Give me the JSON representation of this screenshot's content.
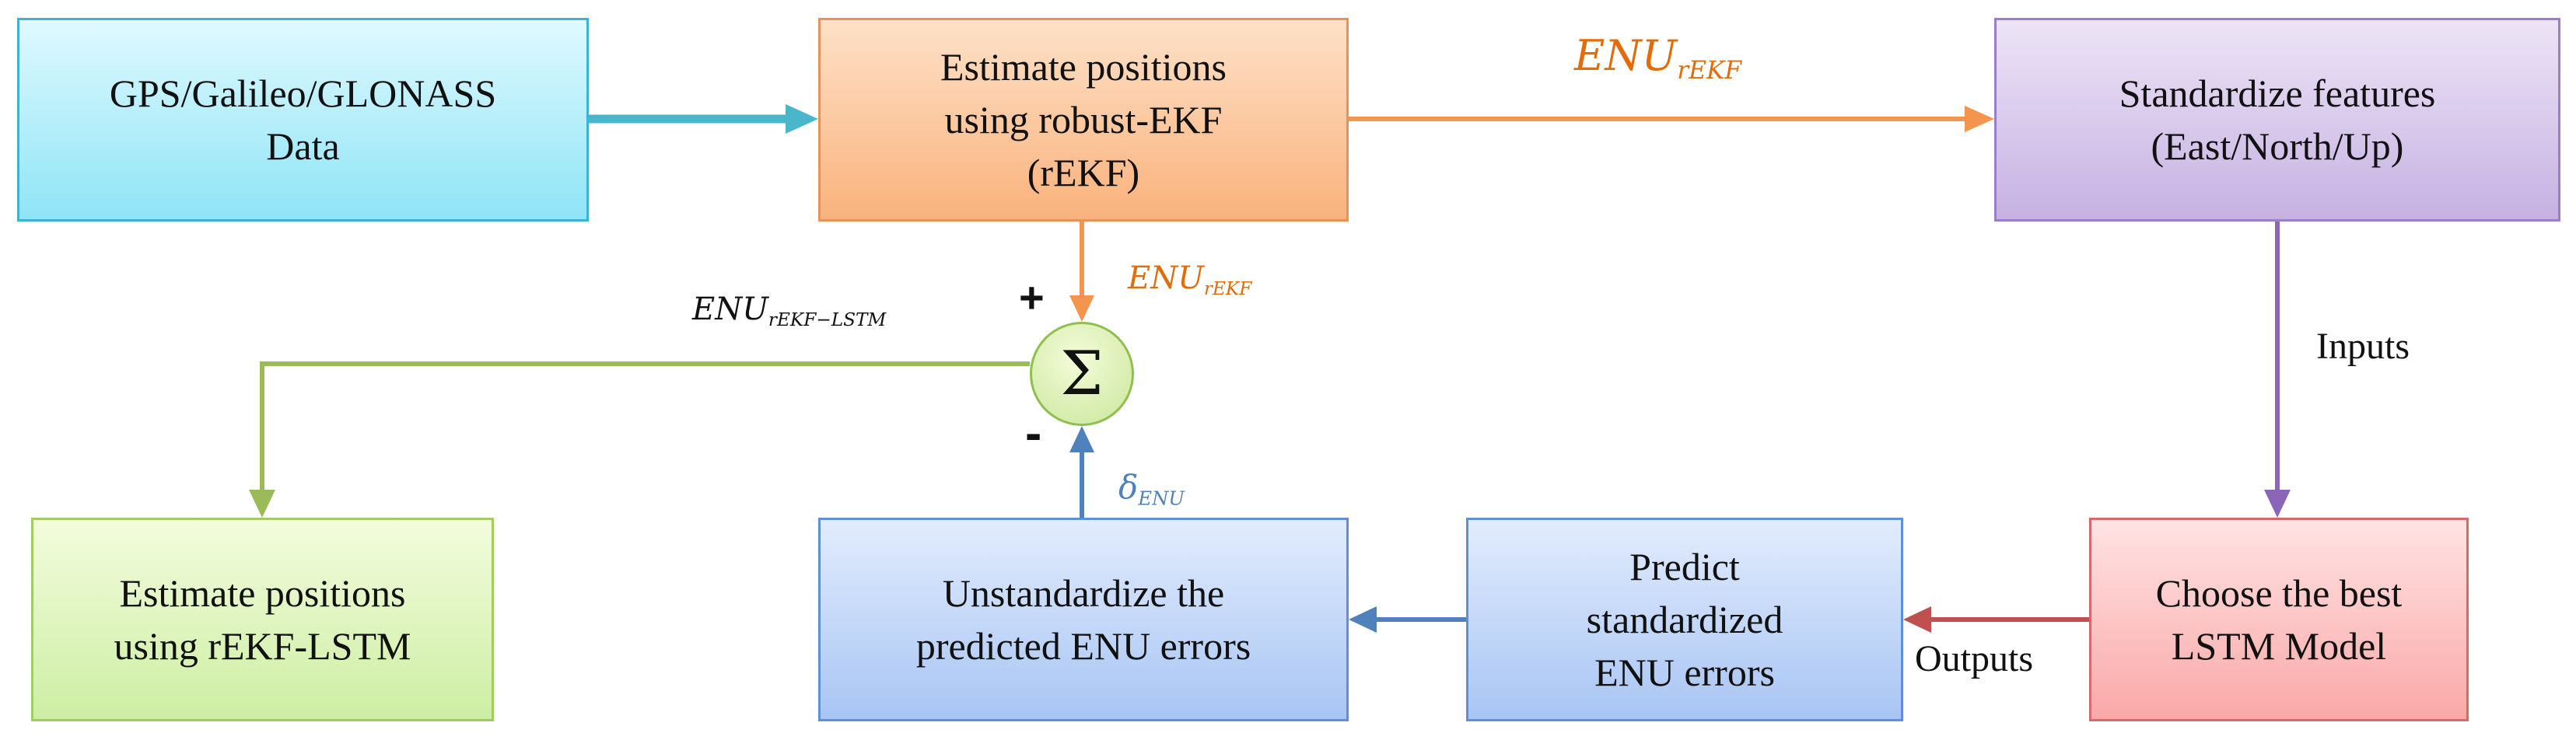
{
  "nodes": {
    "gps": {
      "line1": "GPS/Galileo/GLONASS",
      "line2": "Data"
    },
    "rekf": {
      "line1": "Estimate positions",
      "line2": "using robust-EKF",
      "line3": "(rEKF)"
    },
    "standardize": {
      "line1": "Standardize features",
      "line2": "(East/North/Up)"
    },
    "choose_lstm": {
      "line1": "Choose the best",
      "line2": "LSTM Model"
    },
    "predict": {
      "line1": "Predict",
      "line2": "standardized",
      "line3": "ENU errors"
    },
    "unstandardize": {
      "line1": "Unstandardize the",
      "line2": "predicted ENU errors"
    },
    "output": {
      "line1": "Estimate positions",
      "line2": "using rEKF-LSTM"
    }
  },
  "summation": {
    "symbol": "Σ",
    "plus": "+",
    "minus": "-"
  },
  "edge_labels": {
    "inputs": "Inputs",
    "outputs": "Outputs",
    "enu_rekf_top": {
      "base": "ENU",
      "sub": "rEKF"
    },
    "enu_rekf_small": {
      "base": "ENU",
      "sub": "rEKF"
    },
    "enu_rekf_lstm": {
      "base": "ENU",
      "sub": "rEKF−LSTM"
    },
    "delta_enu": {
      "base": "δ",
      "sub": "ENU"
    }
  },
  "colors": {
    "cyan_arrow": "#4ab6cc",
    "orange_arrow": "#f3944f",
    "purple_arrow": "#8b66b8",
    "red_arrow": "#c0504d",
    "blue_arrow": "#4f81bd",
    "green_arrow": "#9bbb59",
    "orange_text": "#e36c0a",
    "blue_text": "#4f81bd"
  }
}
